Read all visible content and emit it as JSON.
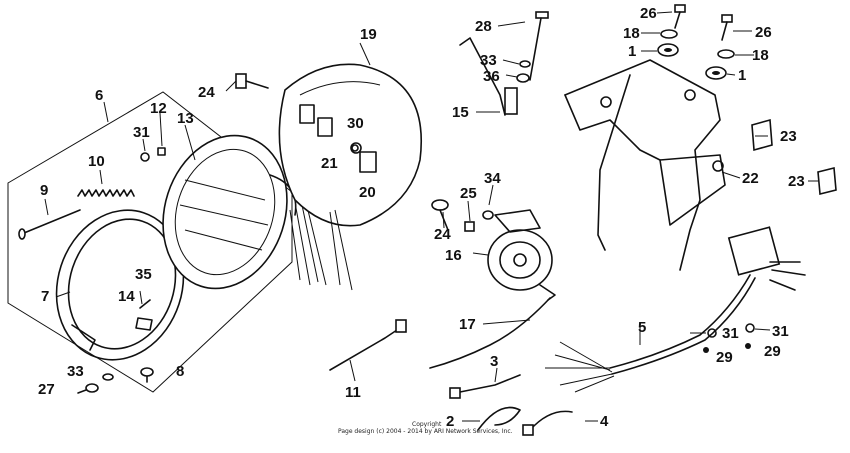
{
  "callouts": {
    "c1a": "1",
    "c1b": "1",
    "c2": "2",
    "c3": "3",
    "c4": "4",
    "c5": "5",
    "c6": "6",
    "c7": "7",
    "c8": "8",
    "c9": "9",
    "c10": "10",
    "c11": "11",
    "c12": "12",
    "c13": "13",
    "c14": "14",
    "c15": "15",
    "c16": "16",
    "c17": "17",
    "c18a": "18",
    "c18b": "18",
    "c19": "19",
    "c20": "20",
    "c21": "21",
    "c22": "22",
    "c23a": "23",
    "c23b": "23",
    "c24a": "24",
    "c24b": "24",
    "c25": "25",
    "c26a": "26",
    "c26b": "26",
    "c27": "27",
    "c28": "28",
    "c29a": "29",
    "c29b": "29",
    "c30": "30",
    "c31a": "31",
    "c31b": "31",
    "c31c": "31",
    "c33a": "33",
    "c33b": "33",
    "c34": "34",
    "c35": "35",
    "c36": "36"
  },
  "copyright": {
    "line1": "Copyright",
    "line2": "Page design (c) 2004 - 2014 by ARI Network Services, Inc."
  }
}
